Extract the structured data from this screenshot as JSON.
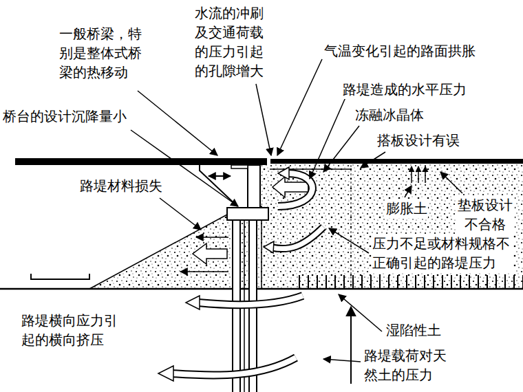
{
  "diagram": {
    "labels": [
      "水流的冲刷及交通荷载的压力引起的孔隙增大",
      "一般桥梁，特别是整体式桥梁的热移动",
      "气温变化引起的路面拱胀",
      "路堤造成的水平压力",
      "冻融冰晶体",
      "桥台的设计沉降量小",
      "搭板设计有误",
      "路堤材料损失",
      "膨胀土",
      "垫板设计不合格",
      "压力不足或材料规格不正确引起的路堤压力",
      "路堤横向应力引起的横向挤压",
      "湿陷性土",
      "路堤载荷对天然土的压力"
    ]
  }
}
